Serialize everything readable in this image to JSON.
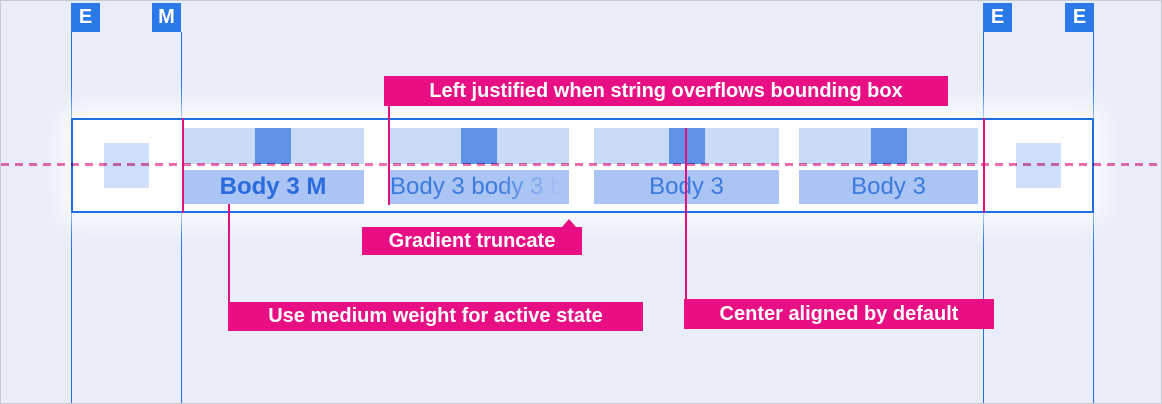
{
  "meta": {
    "description": "Design spec diagram of a tab bar component with spacing markers and behavior callouts"
  },
  "colors": {
    "background": "#e8edf9",
    "guide_blue": "#2373e6",
    "marker_blue": "#2b78e9",
    "bar_border_blue": "#1f6fe3",
    "tab_bg": "#c9dbf8",
    "tab_icon": "#6192e9",
    "tab_highlight": "#aac5f4",
    "text_active": "#2b6bdc",
    "text_inactive": "#3d7ade",
    "badge_pink": "#e80f84",
    "dashed_pink": "#ee6fae",
    "annotation_line": "#e0107c"
  },
  "margin_markers": [
    {
      "label": "E"
    },
    {
      "label": "M"
    },
    {
      "label": "E"
    },
    {
      "label": "E"
    }
  ],
  "tab_bar": {
    "tabs": [
      {
        "label": "Body 3 M",
        "state": "active",
        "weight": "medium",
        "alignment": "center"
      },
      {
        "label": "Body 3 body 3 b",
        "state": "default",
        "truncation": "gradient",
        "alignment": "left"
      },
      {
        "label": "Body 3",
        "state": "default",
        "alignment": "center"
      },
      {
        "label": "Body 3",
        "state": "default",
        "alignment": "center"
      }
    ]
  },
  "annotations": [
    {
      "text": "Left justified when string overflows bounding box"
    },
    {
      "text": "Gradient truncate"
    },
    {
      "text": "Use medium weight for active state"
    },
    {
      "text": "Center aligned by default"
    }
  ]
}
